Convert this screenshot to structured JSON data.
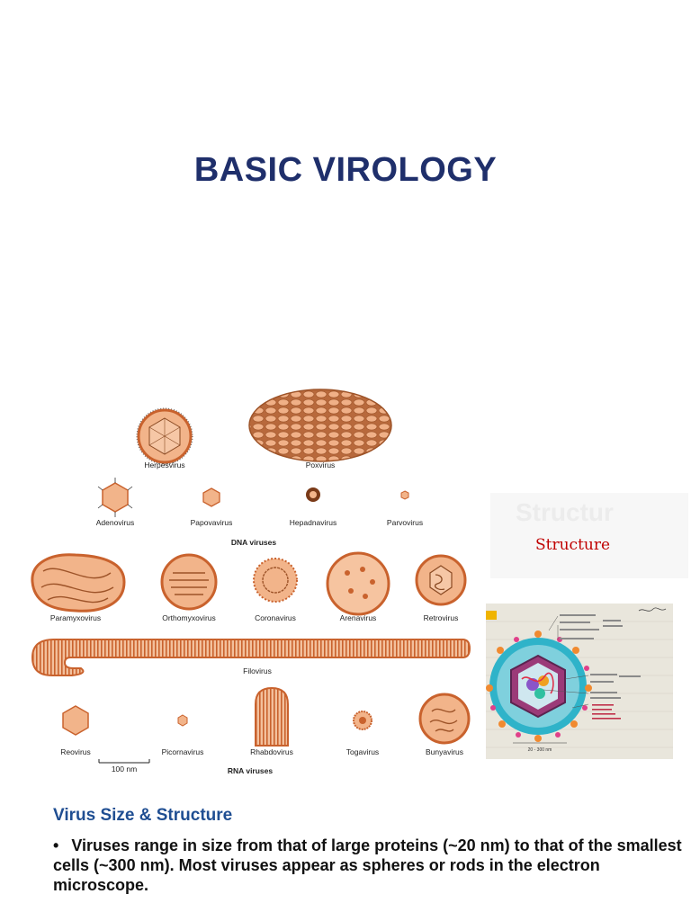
{
  "slide": {
    "title": "BASIC VIROLOGY",
    "structure_caption": "Structure",
    "ghost_caption": "Structur"
  },
  "figure": {
    "dna_group_label": "DNA viruses",
    "rna_group_label": "RNA viruses",
    "scale_bar_label": "100 nm",
    "dna_viruses": [
      "Herpesvirus",
      "Poxvirus",
      "Adenovirus",
      "Papovavirus",
      "Hepadnavirus",
      "Parvovirus"
    ],
    "rna_viruses": [
      "Paramyxovirus",
      "Orthomyxovirus",
      "Coronavirus",
      "Arenavirus",
      "Retrovirus",
      "Filovirus",
      "Reovirus",
      "Picornavirus",
      "Rhabdovirus",
      "Togavirus",
      "Bunyavirus"
    ]
  },
  "photo": {
    "scale_label": "20 - 300 nm"
  },
  "section": {
    "heading": "Virus Size & Structure",
    "bullet_symbol": "•",
    "bullet_text": "Viruses range in size from that of large proteins (~20 nm) to that of the smallest cells (~300 nm). Most viruses appear as spheres or rods in the electron microscope."
  },
  "colors": {
    "title": "#1f2f6b",
    "heading": "#1f4e92",
    "structure_caption": "#c00000",
    "virus_fill": "#f2b48a",
    "virus_stroke": "#c9622d"
  }
}
